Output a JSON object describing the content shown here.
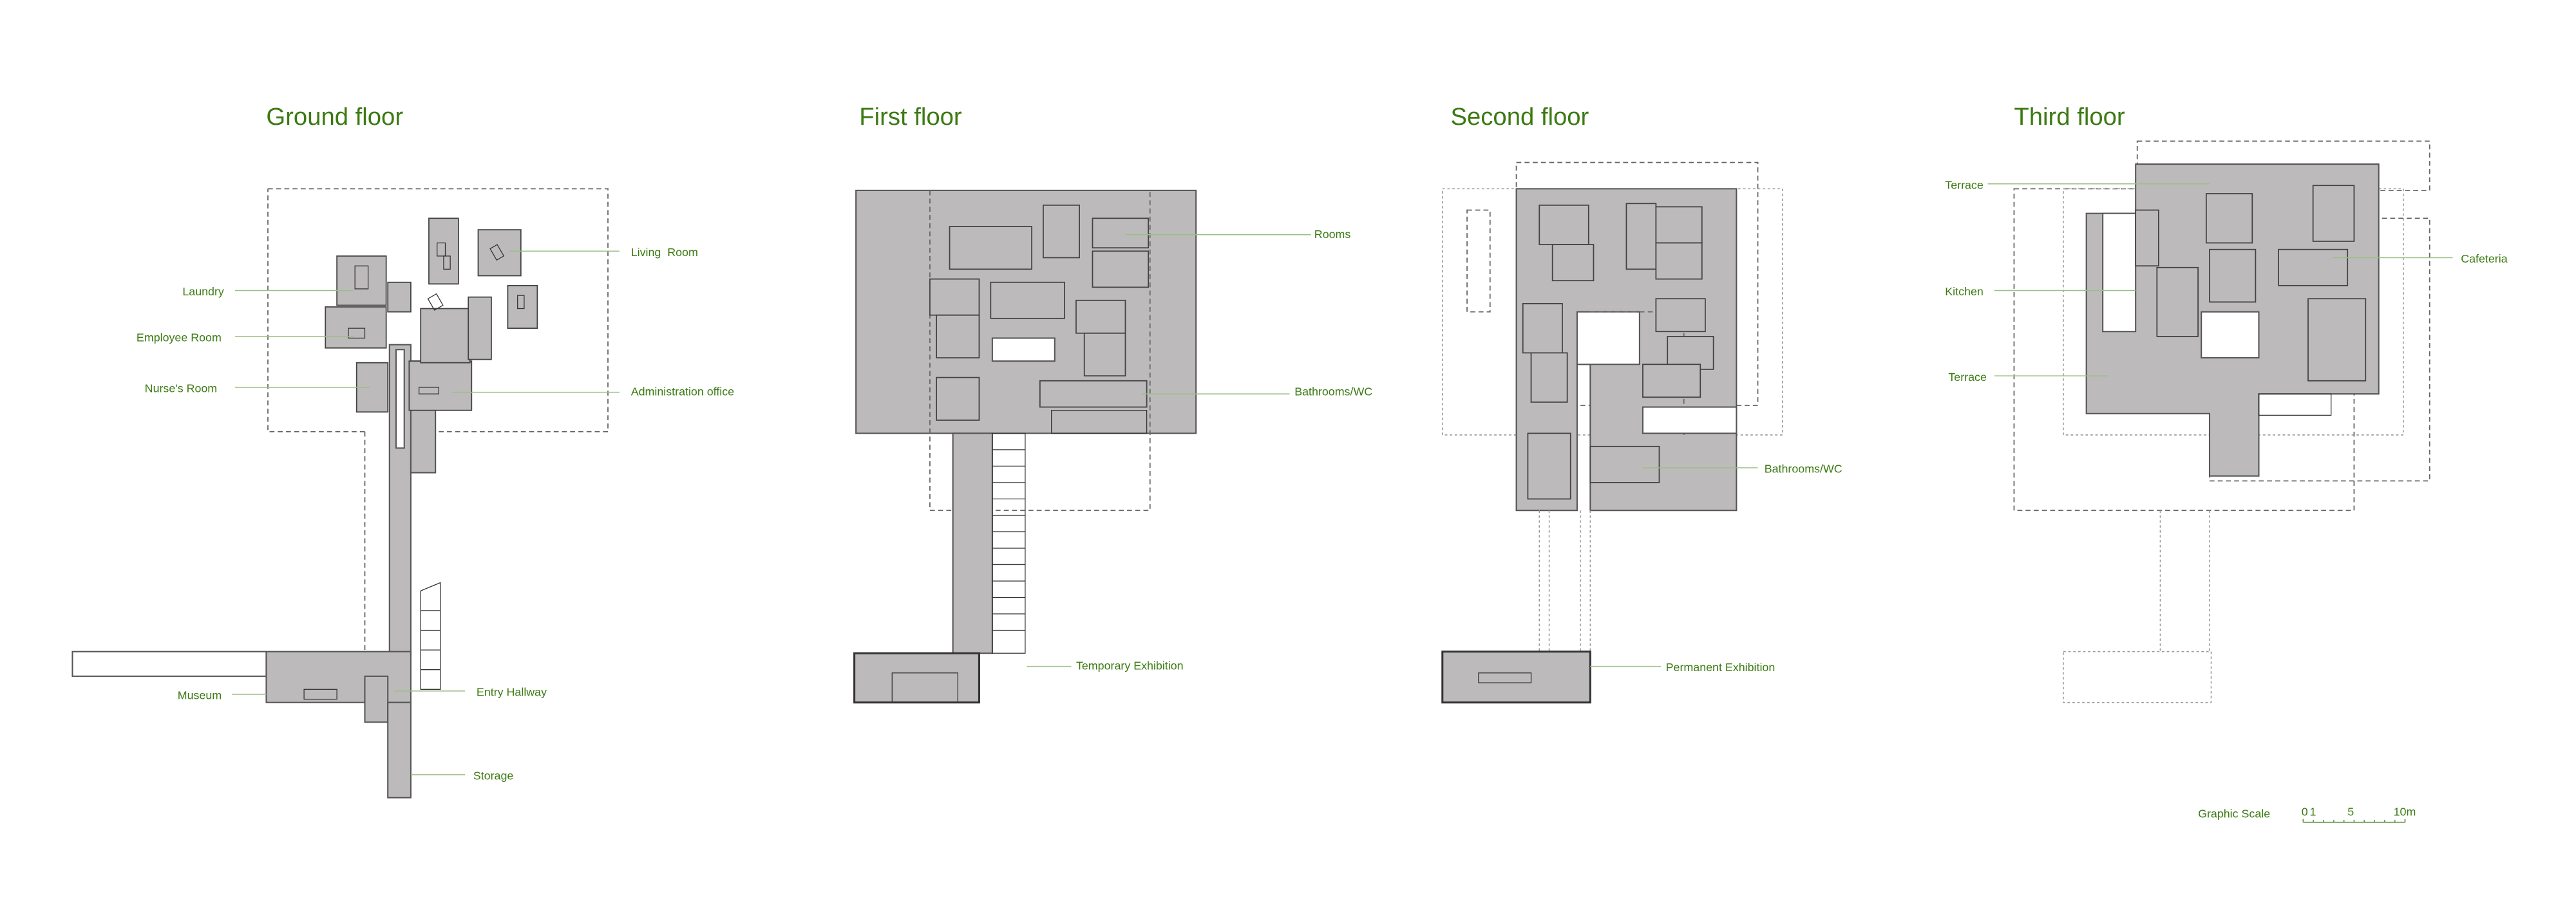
{
  "floors": [
    {
      "title": "Ground floor",
      "labels": [
        "Laundry",
        "Employee Room",
        "Nurse's Room",
        "Living  Room",
        "Administration office",
        "Museum",
        "Entry Hallway",
        "Storage"
      ]
    },
    {
      "title": "First floor",
      "labels": [
        "Rooms",
        "Bathrooms/WC",
        "Temporary Exhibition"
      ]
    },
    {
      "title": "Second floor",
      "labels": [
        "Bathrooms/WC",
        "Permanent Exhibition"
      ]
    },
    {
      "title": "Third floor",
      "labels": [
        "Terrace",
        "Kitchen",
        "Terrace",
        "Cafeteria"
      ]
    }
  ],
  "scale": {
    "label": "Graphic Scale",
    "ticks": [
      "0",
      "1",
      "5",
      "10m"
    ]
  },
  "colors": {
    "label_green": "#3b7a12",
    "leader_green": "#9bbf88",
    "floor_gray": "#bdbabb"
  }
}
